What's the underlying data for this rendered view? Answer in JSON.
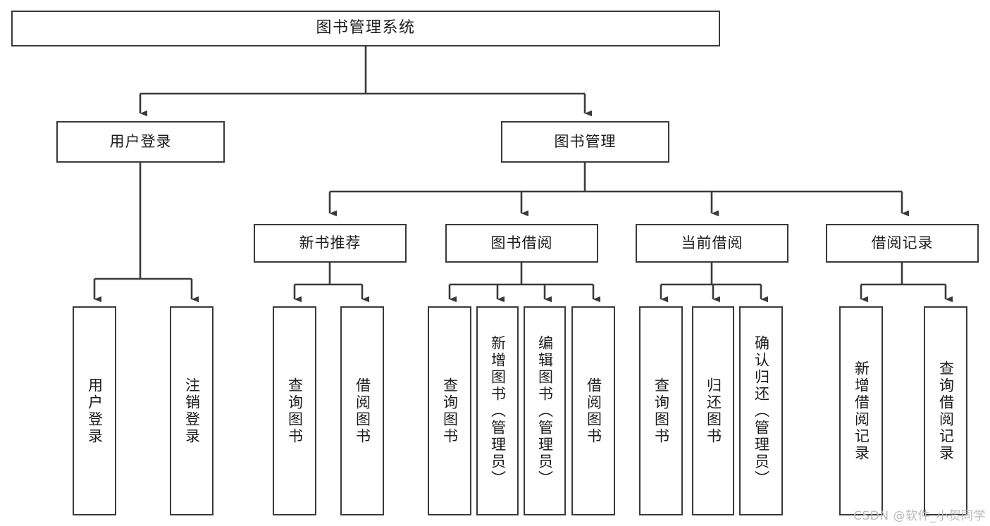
{
  "diagram": {
    "title": "图书管理系统",
    "watermark": "CSDN @软件_小贺同学",
    "stroke_color": "#3a3a3a",
    "text_color": "#1c1c1c",
    "background": "#ffffff",
    "levels": {
      "level1": [
        {
          "id": "user-login",
          "label": "用户登录"
        },
        {
          "id": "book-manage",
          "label": "图书管理"
        }
      ],
      "level2": [
        {
          "id": "new-book-recommend",
          "label": "新书推荐"
        },
        {
          "id": "book-borrow",
          "label": "图书借阅"
        },
        {
          "id": "current-borrow",
          "label": "当前借阅"
        },
        {
          "id": "borrow-record",
          "label": "借阅记录"
        }
      ],
      "level3": [
        {
          "id": "leaf-user-login",
          "label": "用户登录",
          "parent": "user-login"
        },
        {
          "id": "leaf-logout",
          "label": "注销登录",
          "parent": "user-login"
        },
        {
          "id": "leaf-query-book-1",
          "label": "查询图书",
          "parent": "new-book-recommend"
        },
        {
          "id": "leaf-borrow-book-1",
          "label": "借阅图书",
          "parent": "new-book-recommend"
        },
        {
          "id": "leaf-query-book-2",
          "label": "查询图书",
          "parent": "book-borrow"
        },
        {
          "id": "leaf-add-book",
          "label": "新增图书（管理员）",
          "parent": "book-borrow"
        },
        {
          "id": "leaf-edit-book",
          "label": "编辑图书（管理员）",
          "parent": "book-borrow"
        },
        {
          "id": "leaf-borrow-book-2",
          "label": "借阅图书",
          "parent": "book-borrow"
        },
        {
          "id": "leaf-query-book-3",
          "label": "查询图书",
          "parent": "current-borrow"
        },
        {
          "id": "leaf-return-book",
          "label": "归还图书",
          "parent": "current-borrow"
        },
        {
          "id": "leaf-confirm-return",
          "label": "确认归还（管理员）",
          "parent": "current-borrow"
        },
        {
          "id": "leaf-add-record",
          "label": "新增借阅记录",
          "parent": "borrow-record"
        },
        {
          "id": "leaf-query-record",
          "label": "查询借阅记录",
          "parent": "borrow-record"
        }
      ]
    }
  }
}
